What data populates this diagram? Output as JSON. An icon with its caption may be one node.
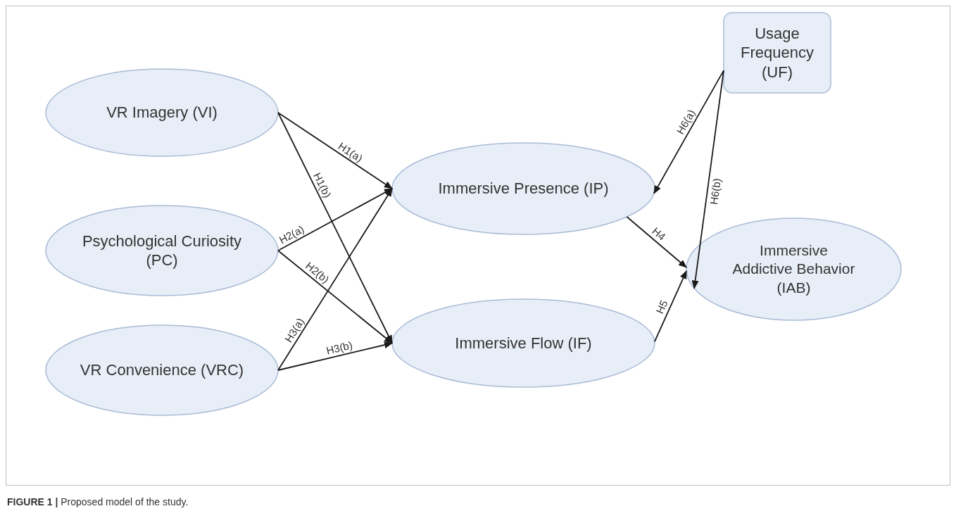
{
  "diagram": {
    "caption": "**FIGURE 1 |** Proposed model of the study.",
    "nodes": [
      {
        "text": [
          "VR Imagery (VI)"
        ]
      },
      {
        "text": [
          "Psychological Curiosity (PC)"
        ]
      },
      {
        "text": [
          "VR Convenience (VRC)"
        ]
      },
      {
        "text": [
          "Immersive Presence (IP)"
        ]
      },
      {
        "text": [
          "Immersive Flow (IF)"
        ]
      },
      {
        "text": [
          "Usage Frequency (UF)"
        ]
      },
      {
        "text": [
          "Immersive Addictive Behavior (IAB)"
        ]
      }
    ],
    "edges": [
      {
        "from": 0,
        "to": 3,
        "arrow": "to",
        "label": "H1(a)"
      },
      {
        "from": 0,
        "to": 4,
        "arrow": "to",
        "label": "H1(b)"
      },
      {
        "from": 1,
        "to": 3,
        "arrow": "to",
        "label": "H2(a)"
      },
      {
        "from": 1,
        "to": 4,
        "arrow": "to",
        "label": "H2(b)"
      },
      {
        "from": 2,
        "to": 3,
        "arrow": "to",
        "label": "H3(a)"
      },
      {
        "from": 2,
        "to": 4,
        "arrow": "to",
        "label": "H3(b)"
      },
      {
        "from": 3,
        "to": 6,
        "arrow": "to",
        "label": "H4"
      },
      {
        "from": 4,
        "to": 6,
        "arrow": "to",
        "label": "H5"
      },
      {
        "from": 5,
        "to": 3,
        "arrow": "to",
        "label": "H6(a)"
      },
      {
        "from": 5,
        "to": 6,
        "arrow": "to",
        "label": "H6(b)"
      }
    ]
  }
}
